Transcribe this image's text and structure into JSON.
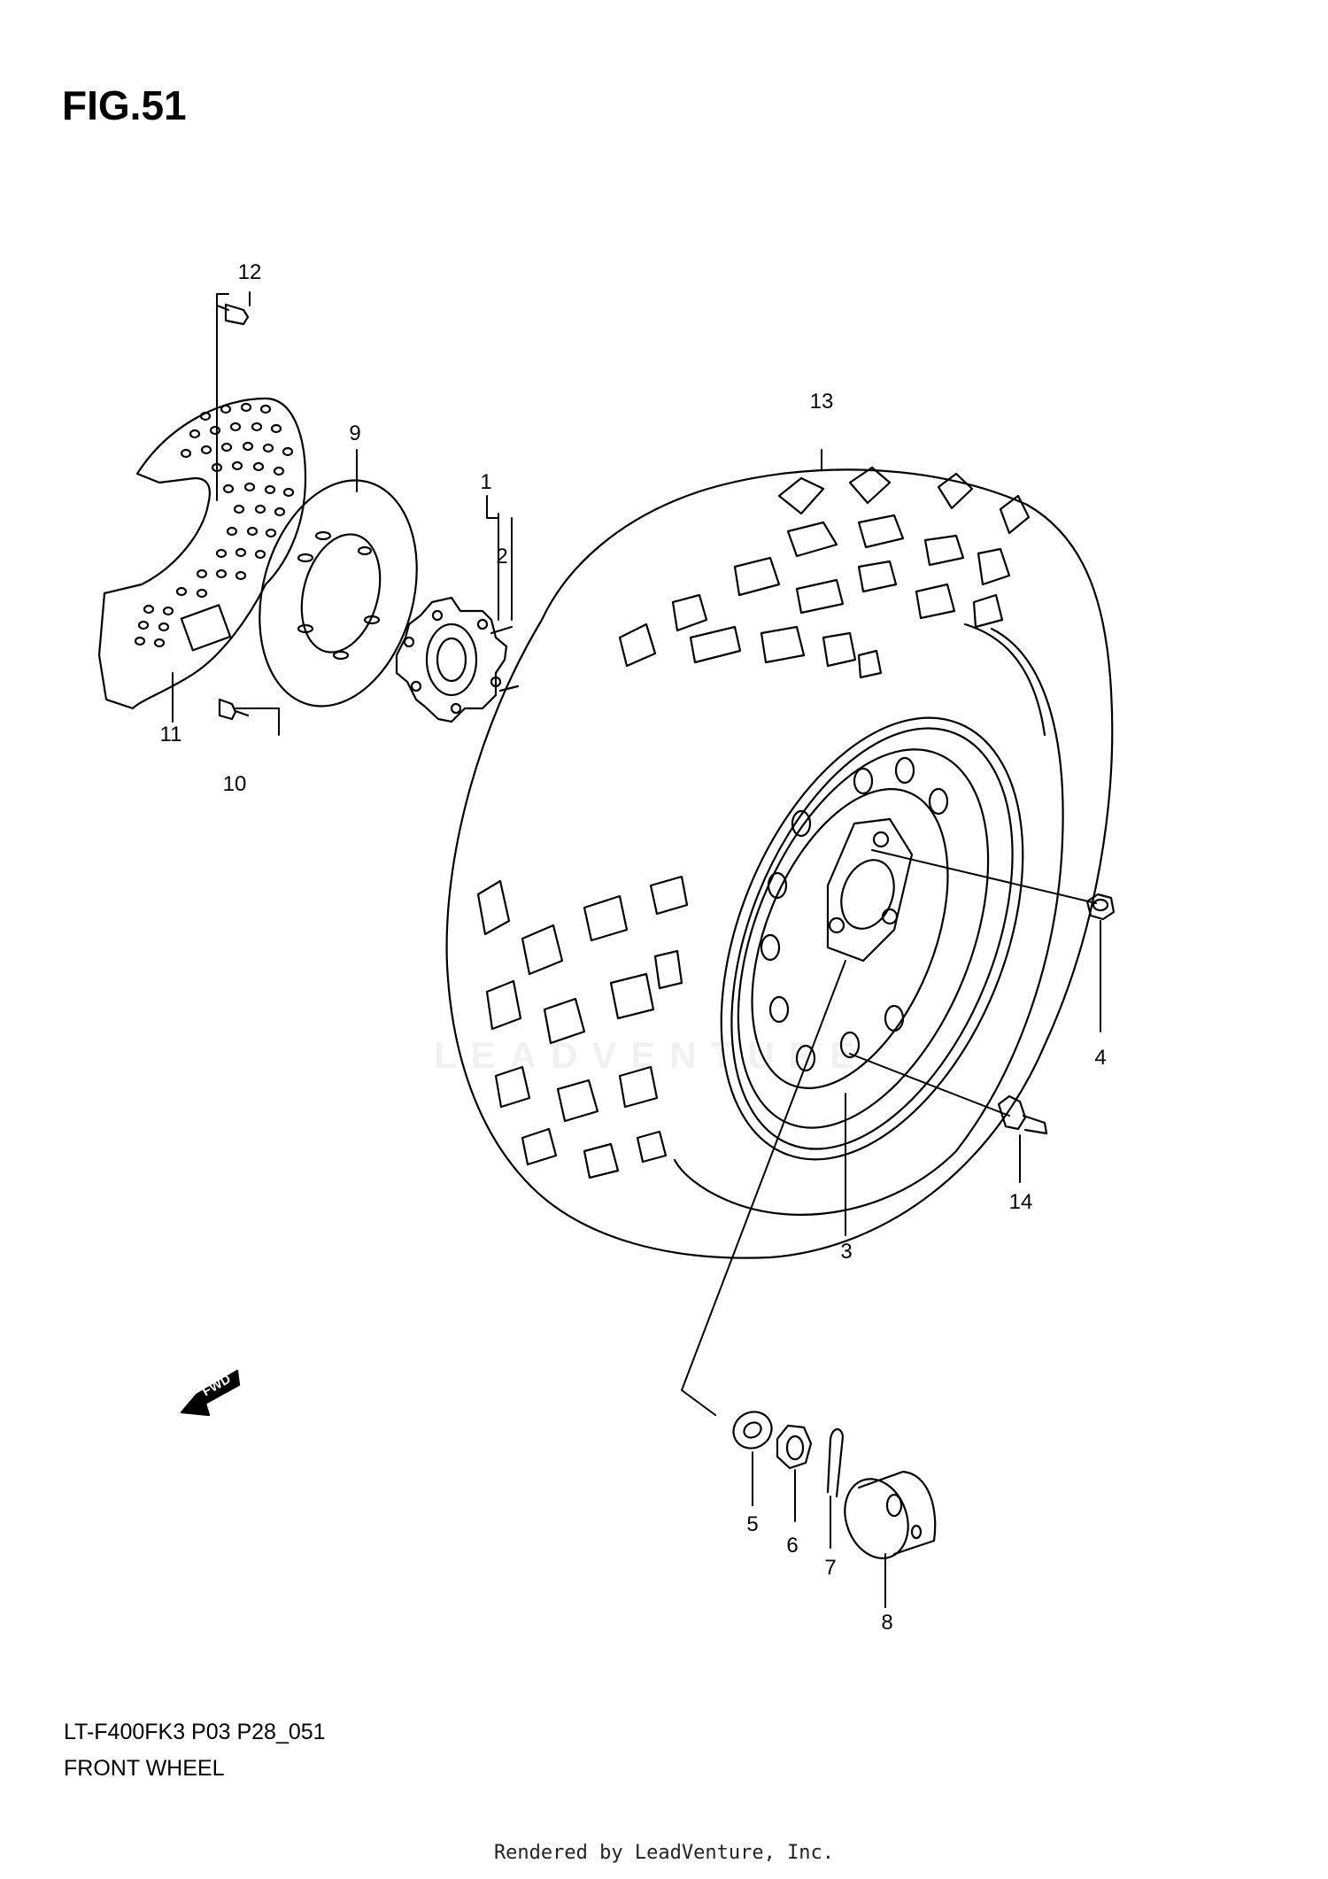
{
  "figure": {
    "title": "FIG.51",
    "model_code": "LT-F400FK3 P03 P28_051",
    "name": "FRONT WHEEL"
  },
  "callouts": {
    "c1": "1",
    "c2": "2",
    "c3": "3",
    "c4": "4",
    "c5": "5",
    "c6": "6",
    "c7": "7",
    "c8": "8",
    "c9": "9",
    "c10": "10",
    "c11": "11",
    "c12": "12",
    "c13": "13",
    "c14": "14"
  },
  "direction_badge": "FWD",
  "watermark": "LEADVENTURE",
  "footer": "Rendered by LeadVenture, Inc.",
  "colors": {
    "line": "#000000",
    "background": "#ffffff",
    "watermark": "#f1f1f1"
  }
}
